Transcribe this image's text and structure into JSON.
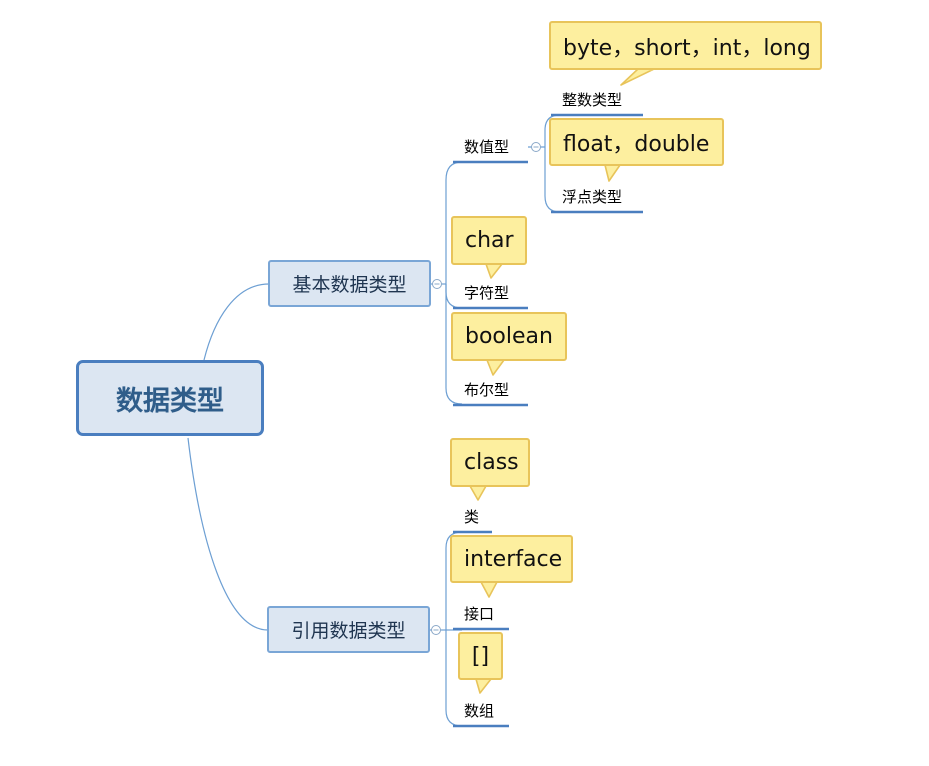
{
  "root": {
    "label": "数据类型"
  },
  "basic": {
    "label": "基本数据类型",
    "numeric": {
      "label": "数值型",
      "integer": {
        "label": "整数类型",
        "note": "byte，short，int，long"
      },
      "float": {
        "label": "浮点类型",
        "note": "float，double"
      }
    },
    "char": {
      "label": "字符型",
      "note": "char"
    },
    "boolean": {
      "label": "布尔型",
      "note": "boolean"
    }
  },
  "reference": {
    "label": "引用数据类型",
    "class": {
      "label": "类",
      "note": "class"
    },
    "interface": {
      "label": "接口",
      "note": "interface"
    },
    "array": {
      "label": "数组",
      "note": "[]"
    }
  },
  "colors": {
    "root_fill": "#dce6f2",
    "root_border": "#4a7ebf",
    "connector": "#6d9fd3",
    "underline": "#4a7ebf",
    "note_fill": "#fdef9f",
    "note_border": "#e8c45a"
  },
  "icons": {
    "collapse": "minus-circle-icon"
  }
}
